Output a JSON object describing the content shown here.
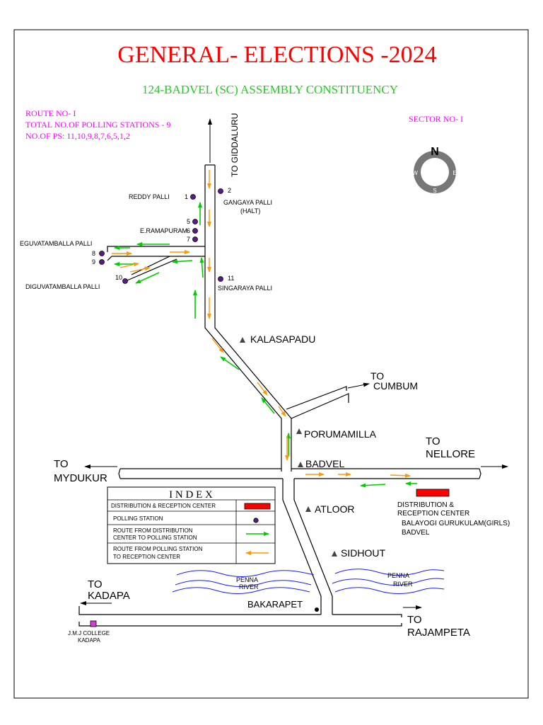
{
  "header": {
    "title": "GENERAL- ELECTIONS -2024",
    "subtitle": "124-BADVEL (SC) ASSEMBLY CONSTITUENCY"
  },
  "route_info": {
    "route_no": "ROUTE NO- I",
    "total_ps": "TOTAL NO.OF POLLING STATIONS - 9",
    "ps_list": "NO.OF PS: 11,10,9,8,7,6,5,1,2",
    "sector": "SECTOR NO- I"
  },
  "compass": {
    "n": "N",
    "e": "E",
    "s": "S",
    "w": "W"
  },
  "colors": {
    "title": "#ff0000",
    "subtitle": "#22cc22",
    "info": "#ff00ff",
    "road": "#000000",
    "outbound_arrow": "#00cc00",
    "return_arrow": "#ff9900",
    "polling_station": "#5a1a8c",
    "distribution_center": "#ff0000",
    "river": "#1a1aff"
  },
  "polling_stations": [
    {
      "no": "1",
      "name": "REDDY PALLI"
    },
    {
      "no": "2",
      "name": "GANGAYA PALLI",
      "sub": "(HALT)"
    },
    {
      "no": "5",
      "name": ""
    },
    {
      "no": "6",
      "name": "E.RAMAPURAM"
    },
    {
      "no": "7",
      "name": ""
    },
    {
      "no": "8",
      "name": "EGUVATAMBALLA PALLI"
    },
    {
      "no": "9",
      "name": ""
    },
    {
      "no": "10",
      "name": "DIGUVATAMBALLA PALLI"
    },
    {
      "no": "11",
      "name": "SINGARAYA PALLI"
    }
  ],
  "places": {
    "kalasapadu": "KALASAPADU",
    "porumamilla": "PORUMAMILLA",
    "badvel": "BADVEL",
    "atloor": "ATLOOR",
    "sidhout": "SIDHOUT",
    "bakarapet": "BAKARAPET"
  },
  "directions": {
    "giddaluru": "TO GIDDALURU",
    "cumbum_to": "TO",
    "cumbum": "CUMBUM",
    "nellore_to": "TO",
    "nellore": "NELLORE",
    "mydukur_to": "TO",
    "mydukur": "MYDUKUR",
    "kadapa_to": "TO",
    "kadapa": "KADAPA",
    "rajampeta_to": "TO",
    "rajampeta": "RAJAMPETA"
  },
  "rivers": [
    {
      "name": "PENNA",
      "sub": "RIVER"
    },
    {
      "name": "PENNA",
      "sub": "RIVER"
    }
  ],
  "distribution_center": {
    "line1": "DISTRIBUTION &",
    "line2": "RECEPTION CENTER",
    "line3": "BALAYOGI GURUKULAM(GIRLS)",
    "line4": "BADVEL"
  },
  "college": {
    "line1": "J.M.J COLLEGE",
    "line2": "KADAPA"
  },
  "index": {
    "title": "I N D E X",
    "rows": [
      {
        "label": "DISTRIBUTION & RECEPTION CENTER"
      },
      {
        "label": "POLLING STATION"
      },
      {
        "label": "ROUTE FROM DISTRIBUTION",
        "label2": "CENTER TO POLLING STATION"
      },
      {
        "label": "ROUTE FROM POLLING STATION",
        "label2": "TO RECEPTION CENTER"
      }
    ]
  }
}
